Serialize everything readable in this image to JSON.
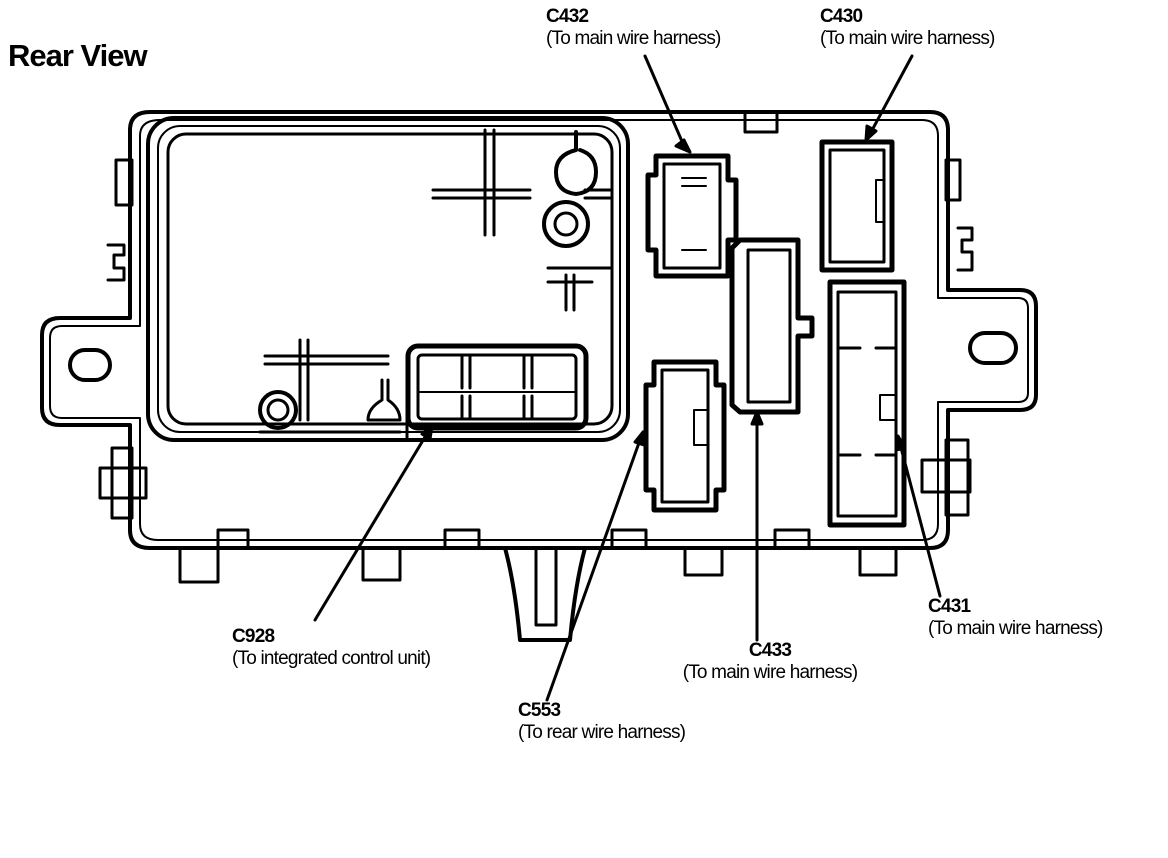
{
  "title": "Rear View",
  "connectors": {
    "c432": {
      "code": "C432",
      "desc": "(To main wire harness)"
    },
    "c430": {
      "code": "C430",
      "desc": "(To main wire harness)"
    },
    "c431": {
      "code": "C431",
      "desc": "(To main wire harness)"
    },
    "c433": {
      "code": "C433",
      "desc": "(To main wire harness)"
    },
    "c553": {
      "code": "C553",
      "desc": "(To rear wire harness)"
    },
    "c928": {
      "code": "C928",
      "desc": "(To integrated control unit)"
    }
  }
}
